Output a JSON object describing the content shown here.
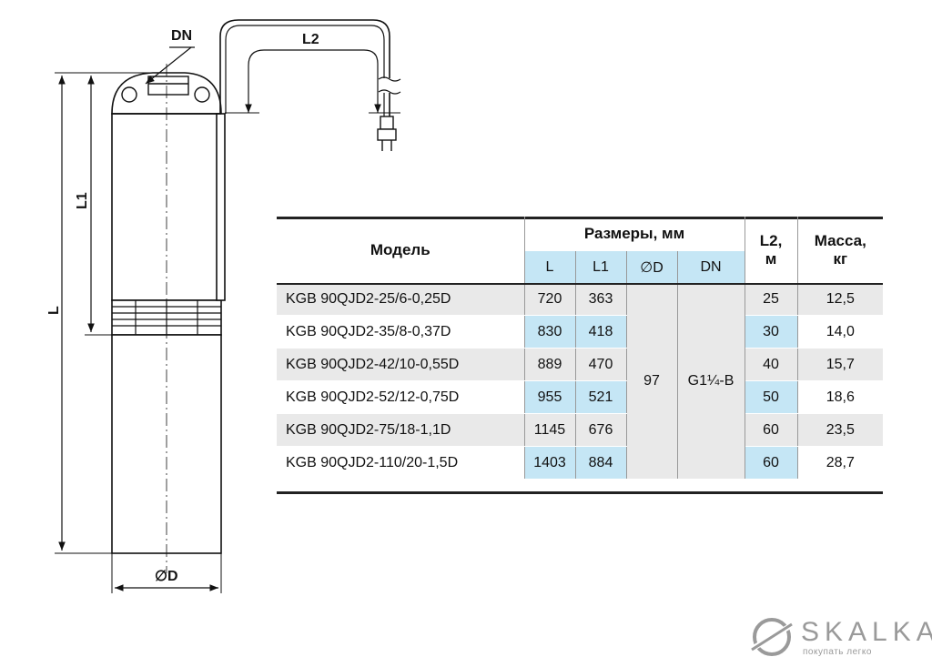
{
  "drawing": {
    "labels": {
      "dn": "DN",
      "l2": "L2",
      "l1": "L1",
      "l": "L",
      "diameter": "∅D"
    }
  },
  "table": {
    "header": {
      "model": "Модель",
      "dims": "Размеры, мм",
      "l2_line1": "L2,",
      "l2_line2": "м",
      "mass_line1": "Масса,",
      "mass_line2": "кг",
      "sub_l": "L",
      "sub_l1": "L1",
      "sub_d": "∅D",
      "sub_dn": "DN"
    },
    "merged": {
      "d": "97",
      "dn": "G1¼-B"
    },
    "rows": [
      {
        "model": "KGB 90QJD2-25/6-0,25D",
        "l": "720",
        "l1": "363",
        "l2": "25",
        "mass": "12,5"
      },
      {
        "model": "KGB 90QJD2-35/8-0,37D",
        "l": "830",
        "l1": "418",
        "l2": "30",
        "mass": "14,0"
      },
      {
        "model": "KGB 90QJD2-42/10-0,55D",
        "l": "889",
        "l1": "470",
        "l2": "40",
        "mass": "15,7"
      },
      {
        "model": "KGB 90QJD2-52/12-0,75D",
        "l": "955",
        "l1": "521",
        "l2": "50",
        "mass": "18,6"
      },
      {
        "model": "KGB 90QJD2-75/18-1,1D",
        "l": "1145",
        "l1": "676",
        "l2": "60",
        "mass": "23,5"
      },
      {
        "model": "KGB 90QJD2-110/20-1,5D",
        "l": "1403",
        "l1": "884",
        "l2": "60",
        "mass": "28,7"
      }
    ]
  },
  "logo": {
    "name": "SKALKA",
    "tagline": "покупать легко",
    "icon": "skalka-logo-icon"
  },
  "colors": {
    "highlight": "#c5e6f5",
    "row_alt": "#e9e9e9",
    "line": "#222222"
  }
}
